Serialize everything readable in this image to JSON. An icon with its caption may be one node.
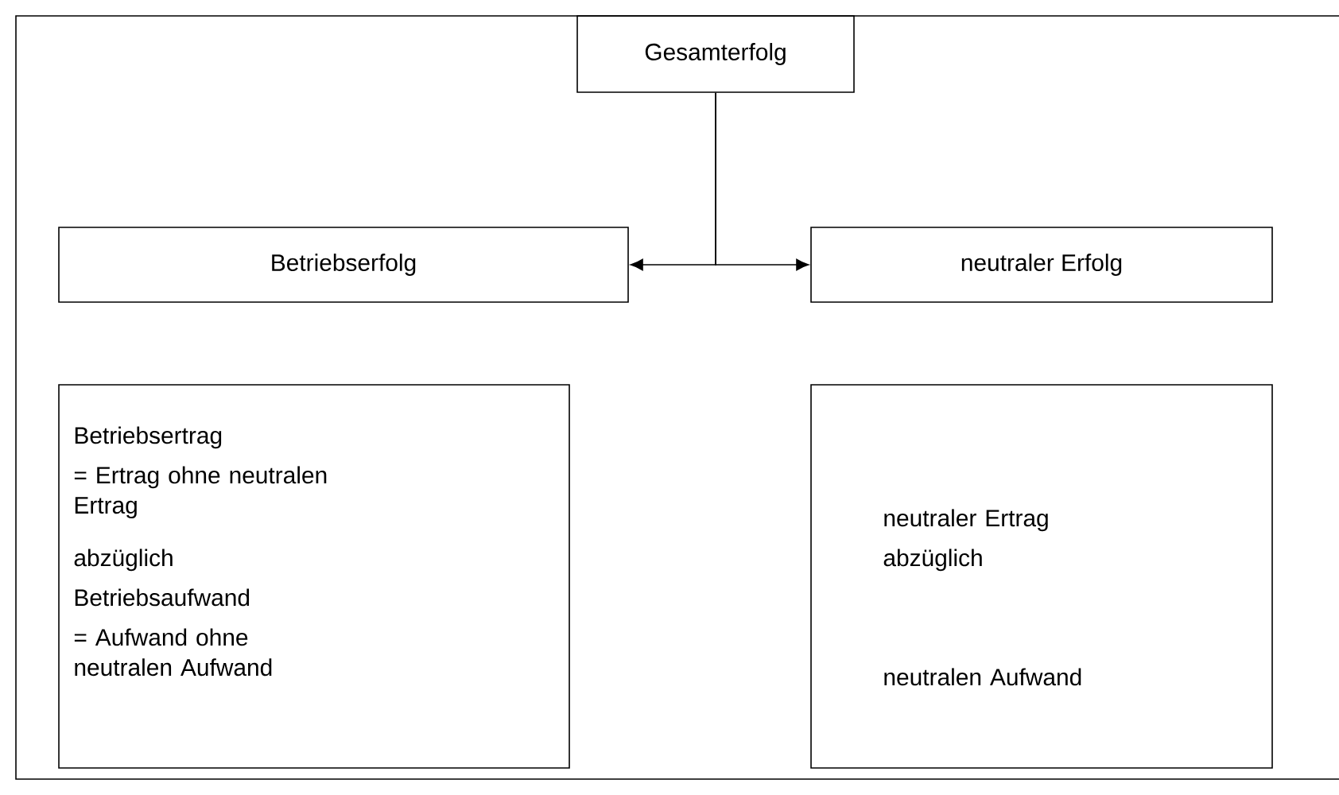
{
  "diagram": {
    "nodes": [
      {
        "text": [
          "Gesamterfolg"
        ]
      },
      {
        "text": [
          "Betriebserfolg"
        ]
      },
      {
        "text": [
          "neutraler Erfolg"
        ]
      },
      {
        "text": [
          "Betriebsertrag",
          "= Ertrag ohne neutralen Ertrag",
          "abzüglich",
          "Betriebsaufwand",
          "= Aufwand ohne neutralen Aufwand"
        ]
      },
      {
        "text": [
          "neutraler Ertrag",
          "abzüglich",
          "neutralen Aufwand"
        ]
      }
    ],
    "edges": [
      {
        "from": 0,
        "to": 1,
        "arrow": "to"
      },
      {
        "from": 0,
        "to": 2,
        "arrow": "to"
      }
    ]
  }
}
